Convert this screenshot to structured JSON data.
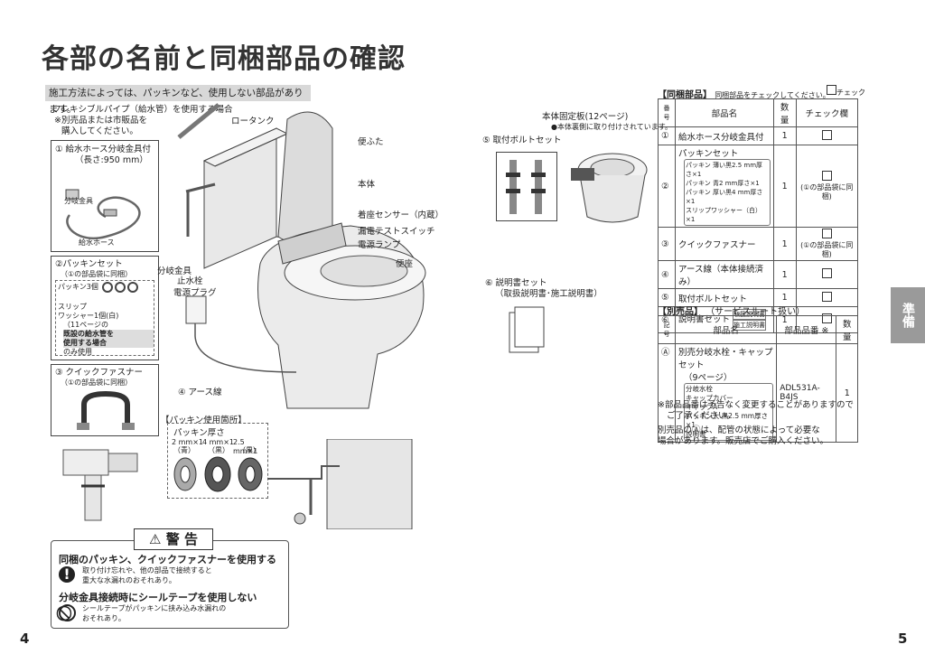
{
  "title": "各部の名前と同梱部品の確認",
  "notice": "施工方法によっては、パッキンなど、使用しない部品があります。",
  "flex_pipe": {
    "line1": "フレキシブルパイプ（給水管）を使用する場合",
    "line2": "※別売品または市販品を",
    "line3": "購入してください。"
  },
  "left_parts": {
    "p1_title": "① 給水ホース分岐金具付",
    "p1_len": "（長さ:950 mm）",
    "p1_a": "分岐金具",
    "p1_b": "給水ホース",
    "p2_title": "②パッキンセット",
    "p2_sub": "（①の部品袋に同梱）",
    "p2_pk": "パッキン3個",
    "p2_s1": "スリップ",
    "p2_s2": "ワッシャー1個(白)",
    "p2_s3": "（11ページの",
    "p2_s4": "既設の給水管を",
    "p2_s5": "使用する場合",
    "p2_s6": "のみ使用",
    "p3_title": "③ クイックファスナー",
    "p3_sub": "（①の部品袋に同梱）"
  },
  "labels": {
    "low_tank": "ロータンク",
    "lid": "便ふた",
    "body": "本体",
    "seat_sensor": "着座センサー（内蔵）",
    "leak_test": "漏電テストスイッチ",
    "power_lamp": "電源ランプ",
    "seat": "便座",
    "branch": "分岐金具",
    "stop_valve": "止水栓",
    "plug": "電源プラグ",
    "earth": "④ アース線"
  },
  "packing": {
    "title": "【パッキン使用箇所】",
    "thick": "パッキン厚さ",
    "s1": "2 mm×1",
    "s2": "4 mm×1",
    "s3": "2.5 mm×1",
    "c1": "（青）",
    "c2": "（黒）",
    "c3": "（黒）"
  },
  "warning": {
    "head": "警 告",
    "t1": "同梱のパッキン、クイックファスナーを使用する",
    "d1a": "取り付け忘れや、他の部品で接続すると",
    "d1b": "重大な水漏れのおそれあり。",
    "t2": "分岐金具接続時にシールテープを使用しない",
    "d2a": "シールテープがパッキンに挟み込み水漏れの",
    "d2b": "おそれあり。"
  },
  "mid_right": {
    "plate": "本体固定板(12ページ)",
    "plate_note": "●本体裏側に取り付けされています。",
    "bolt": "⑤ 取付ボルトセット",
    "manual": "⑥ 説明書セット",
    "manual_sub": "（取扱説明書･施工説明書）"
  },
  "table1": {
    "caption": "【同梱部品】",
    "caption_note": "同梱部品をチェックしてください。",
    "check_label": "チェック",
    "headers": [
      "番号",
      "部品名",
      "数量",
      "チェック欄"
    ],
    "rows": [
      {
        "no": "①",
        "name": "給水ホース分岐金具付",
        "qty": "1",
        "note": ""
      },
      {
        "no": "②",
        "name": "パッキンセット",
        "qty": "1",
        "note": "(①の部品袋に同梱)",
        "sub": [
          "パッキン 薄い黒2.5 mm厚さ×1",
          "パッキン 青2 mm厚さ×1",
          "パッキン 厚い黒4 mm厚さ×1",
          "スリップワッシャー（白）×1"
        ]
      },
      {
        "no": "③",
        "name": "クイックファスナー",
        "qty": "1",
        "note": "(①の部品袋に同梱)"
      },
      {
        "no": "④",
        "name": "アース線（本体接続済み）",
        "qty": "1",
        "note": ""
      },
      {
        "no": "⑤",
        "name": "取付ボルトセット",
        "qty": "1",
        "note": ""
      },
      {
        "no": "⑥",
        "name": "説明書セット",
        "qty": "1",
        "note": "",
        "sub": [
          "取扱説明書",
          "施工説明書"
        ]
      }
    ]
  },
  "table2": {
    "caption": "【別売品】",
    "caption_note": "（サービスルート扱い）",
    "headers": [
      "記号",
      "部品名",
      "部品品番 ※",
      "数量"
    ],
    "row": {
      "no": "Ⓐ",
      "name": "別売分岐水栓・キャップセット",
      "name2": "（9ページ）",
      "sub": [
        "分岐水栓",
        "キャップカバー",
        "キャップA",
        "パッキン大 黒2.5 mm厚さ×1",
        "説明書"
      ],
      "part": "ADL531A-B4JS",
      "qty": "1"
    },
    "note1": "※部品品番は予告なく変更することがありますので",
    "note2": "ご了承ください。",
    "note3": "別売品のⒶは、配管の状態によって必要な",
    "note4": "場合があります。販売店でご購入ください。"
  },
  "side_tab": "準備",
  "page_left": "4",
  "page_right": "5"
}
